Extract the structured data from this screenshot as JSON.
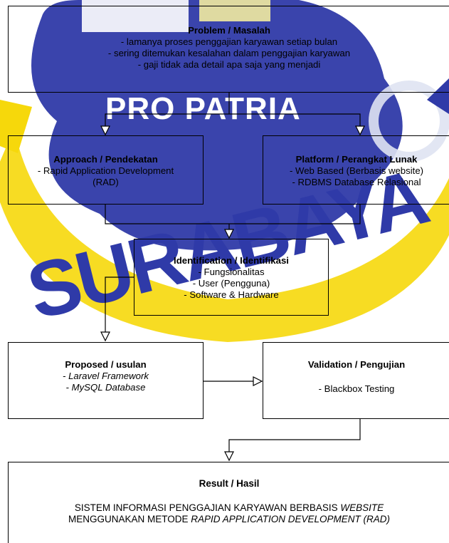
{
  "watermark": {
    "text_top": "PRO PATRIA",
    "text_arc": "SURABAYA",
    "colors": {
      "blue": "#2f3aa8",
      "yellow": "#f6d80b",
      "white": "#ffffff"
    }
  },
  "problem": {
    "title": "Problem / Masalah",
    "lines": [
      "- lamanya proses penggajian karyawan setiap bulan",
      "- sering ditemukan kesalahan dalam penggajian karyawan",
      "- gaji tidak ada detail apa saja yang menjadi"
    ]
  },
  "approach": {
    "title": "Approach /  Pendekatan",
    "lines": [
      "- Rapid Application Development",
      "(RAD)"
    ]
  },
  "platform": {
    "title": "Platform /  Perangkat Lunak",
    "lines": [
      "- Web Based (Berbasis website)",
      "- RDBMS Database Relasional"
    ]
  },
  "identification": {
    "title": "Identification /  Identifikasi",
    "lines": [
      "- Fungsionalitas",
      "- User (Pengguna)",
      "- Software & Hardware"
    ]
  },
  "proposed": {
    "title": "Proposed /  usulan",
    "lines": [
      "- Laravel Framework",
      "- MySQL Database"
    ]
  },
  "validation": {
    "title": "Validation /  Pengujian",
    "lines": [
      "- Blackbox Testing"
    ]
  },
  "result": {
    "title": "Result / Hasil",
    "line1_prefix": "SISTEM INFORMASI PENGGAJIAN KARYAWAN BERBASIS ",
    "line1_italic": "WEBSITE",
    "line2_prefix": "MENGGUNAKAN METODE ",
    "line2_italic": "RAPID APPLICATION DEVELOPMENT (RAD)"
  }
}
